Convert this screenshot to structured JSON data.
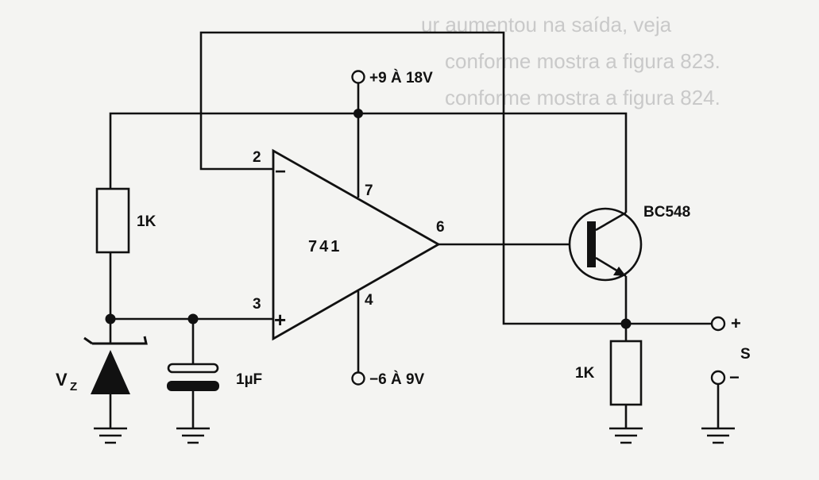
{
  "schematic": {
    "opamp_part": "741",
    "transistor_part": "BC548",
    "supply_positive": "+9 À 18V",
    "supply_negative": "−6 À 9V",
    "pins": {
      "inverting": "2",
      "noninverting": "3",
      "vplus": "7",
      "vminus": "4",
      "output": "6"
    },
    "input_symbols": {
      "minus": "−",
      "plus": "+"
    },
    "resistor_top": "1K",
    "resistor_emitter": "1K",
    "capacitor": "1µF",
    "zener_label": "V",
    "zener_subscript": "Z",
    "output_plus": "+",
    "output_label": "S",
    "output_minus": "−"
  },
  "background_text": [
    "ur aumentou na saída, veja",
    "conforme mostra a figura 823.",
    "conforme mostra a figura 824."
  ],
  "colors": {
    "ink": "#111111",
    "paper": "#f4f4f2",
    "bleed": "#c9c9c9"
  }
}
